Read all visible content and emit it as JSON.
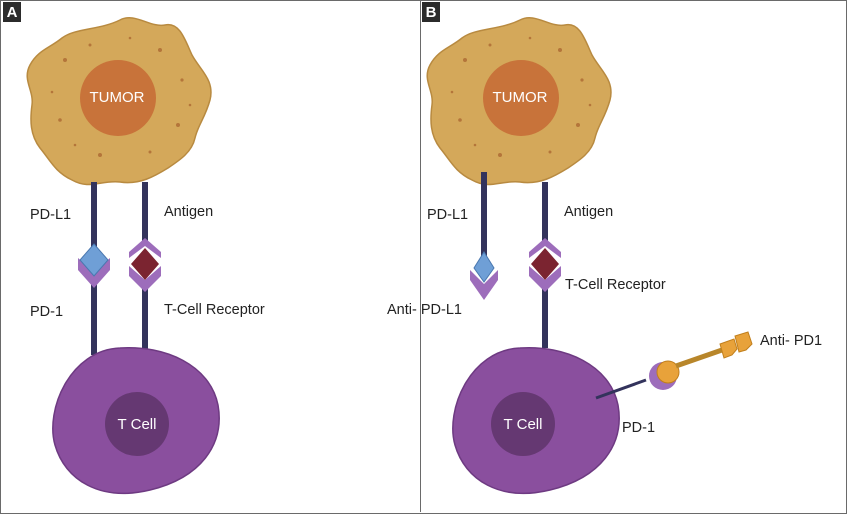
{
  "panel_a": {
    "badge": "A",
    "tumor_label": "TUMOR",
    "tcell_label": "T Cell",
    "pdl1_label": "PD-L1",
    "antigen_label": "Antigen",
    "pd1_label": "PD-1",
    "tcr_label": "T-Cell Receptor"
  },
  "panel_b": {
    "badge": "B",
    "tumor_label": "TUMOR",
    "tcell_label": "T Cell",
    "pdl1_label": "PD-L1",
    "antigen_label": "Antigen",
    "anti_pdl1_label": "Anti- PD-L1",
    "tcr_label": "T-Cell Receptor",
    "pd1_label": "PD-1",
    "anti_pd1_label": "Anti- PD1"
  },
  "colors": {
    "tumor_outer": "#d4a85a",
    "tumor_nucleus": "#c8733a",
    "tcell_outer": "#8a4f9e",
    "tcell_nucleus": "#653872",
    "stalk": "#33335c",
    "pdl1_diamond": "#6f9fd6",
    "antigen_diamond": "#7b2430",
    "receptor_chevron": "#9d6dbb",
    "antibody_gold": "#e8a23a"
  }
}
